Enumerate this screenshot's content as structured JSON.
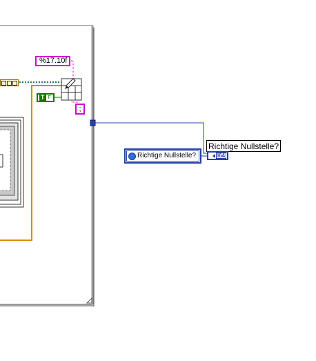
{
  "diagram": {
    "format_string": "%17.10f",
    "delimiter": ";",
    "boolean_constant": {
      "label": "T",
      "suffix": "F"
    },
    "property_node": {
      "label": "Richtige Nullstelle?",
      "icon": "globe-icon"
    },
    "indicator": {
      "label": "Richtige Nullstelle?",
      "datatype": "I64"
    },
    "colors": {
      "string_wire": "#d400d4",
      "path_wire": "#d68b00",
      "numeric_wire": "#2840a8",
      "boolean_wire": "#0a7a0a",
      "loop_border": "#808080"
    }
  }
}
